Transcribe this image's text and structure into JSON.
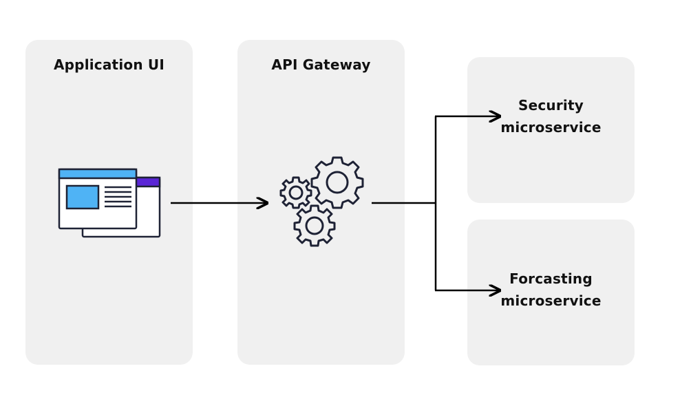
{
  "panels": {
    "application_ui": {
      "title": "Application UI"
    },
    "api_gateway": {
      "title": "API Gateway"
    },
    "security": {
      "title_line1": "Security",
      "title_line2": "microservice"
    },
    "forecasting": {
      "title_line1": "Forcasting",
      "title_line2": "microservice"
    }
  },
  "icons": {
    "application": "browser-window-icon",
    "gateway": "gears-icon"
  },
  "colors": {
    "panel_bg": "#f0f0f0",
    "stroke": "#1e2235",
    "window_blue": "#4fb3f5",
    "window_purple": "#5a26d6",
    "arrow": "#000000"
  }
}
